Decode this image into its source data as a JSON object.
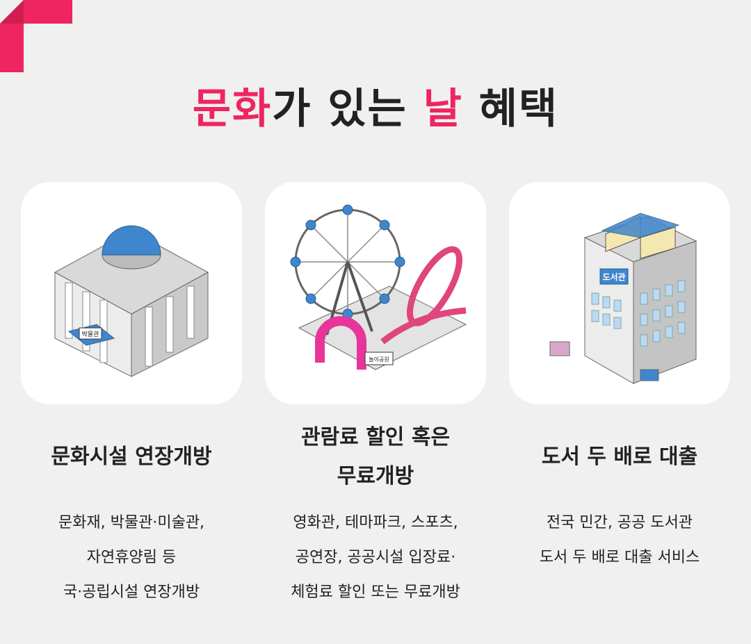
{
  "colors": {
    "accent": "#ee2560",
    "background": "#f0f0f0",
    "text": "#222222"
  },
  "title": {
    "part1": "문화",
    "part2": "가 있는 ",
    "part3": "날",
    "part4": " 혜택"
  },
  "cards": [
    {
      "icon": "museum-icon",
      "sign": "박물관",
      "heading": "문화시설 연장개방",
      "desc": [
        "문화재, 박물관·미술관,",
        "자연휴양림 등",
        "국·공립시설 연장개방"
      ]
    },
    {
      "icon": "amusement-park-icon",
      "sign": "놀이공원",
      "heading_lines": [
        "관람료 할인 혹은",
        "무료개방"
      ],
      "desc": [
        "영화관, 테마파크, 스포츠,",
        "공연장, 공공시설 입장료·",
        "체험료 할인 또는 무료개방"
      ]
    },
    {
      "icon": "library-icon",
      "sign": "도서관",
      "heading": "도서 두 배로 대출",
      "desc": [
        "전국 민간, 공공 도서관",
        "도서 두 배로 대출 서비스"
      ]
    }
  ]
}
